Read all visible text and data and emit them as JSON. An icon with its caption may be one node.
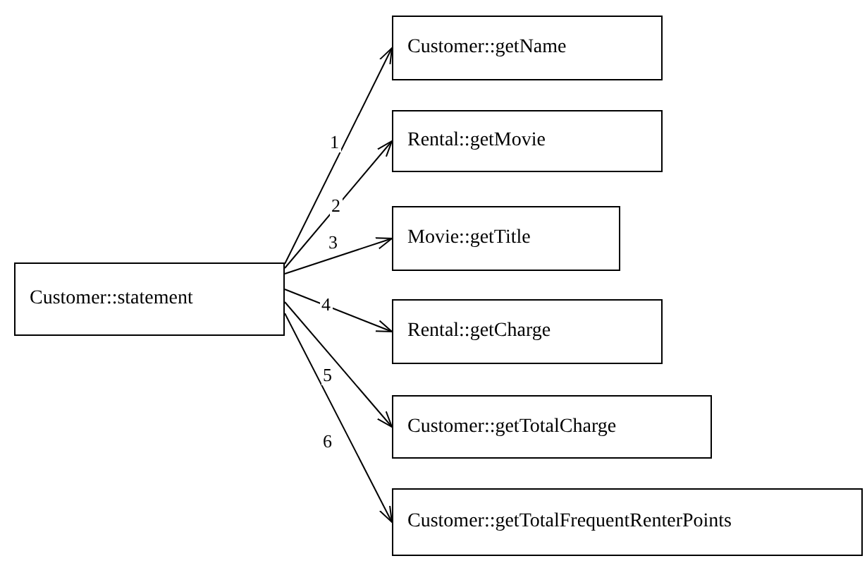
{
  "diagram": {
    "nodes": [
      {
        "text": [
          "Customer::statement"
        ]
      },
      {
        "text": [
          "Customer::getName"
        ]
      },
      {
        "text": [
          "Rental::getMovie"
        ]
      },
      {
        "text": [
          "Movie::getTitle"
        ]
      },
      {
        "text": [
          "Rental::getCharge"
        ]
      },
      {
        "text": [
          "Customer::getTotalCharge"
        ]
      },
      {
        "text": [
          "Customer::getTotalFrequentRenterPoints"
        ]
      }
    ],
    "edges": [
      {
        "from": 0,
        "to": 1,
        "arrow": "to",
        "label": "1"
      },
      {
        "from": 0,
        "to": 2,
        "arrow": "to",
        "label": "2"
      },
      {
        "from": 0,
        "to": 3,
        "arrow": "to",
        "label": "3"
      },
      {
        "from": 0,
        "to": 4,
        "arrow": "to",
        "label": "4"
      },
      {
        "from": 0,
        "to": 5,
        "arrow": "to",
        "label": "5"
      },
      {
        "from": 0,
        "to": 6,
        "arrow": "to",
        "label": "6"
      }
    ]
  }
}
